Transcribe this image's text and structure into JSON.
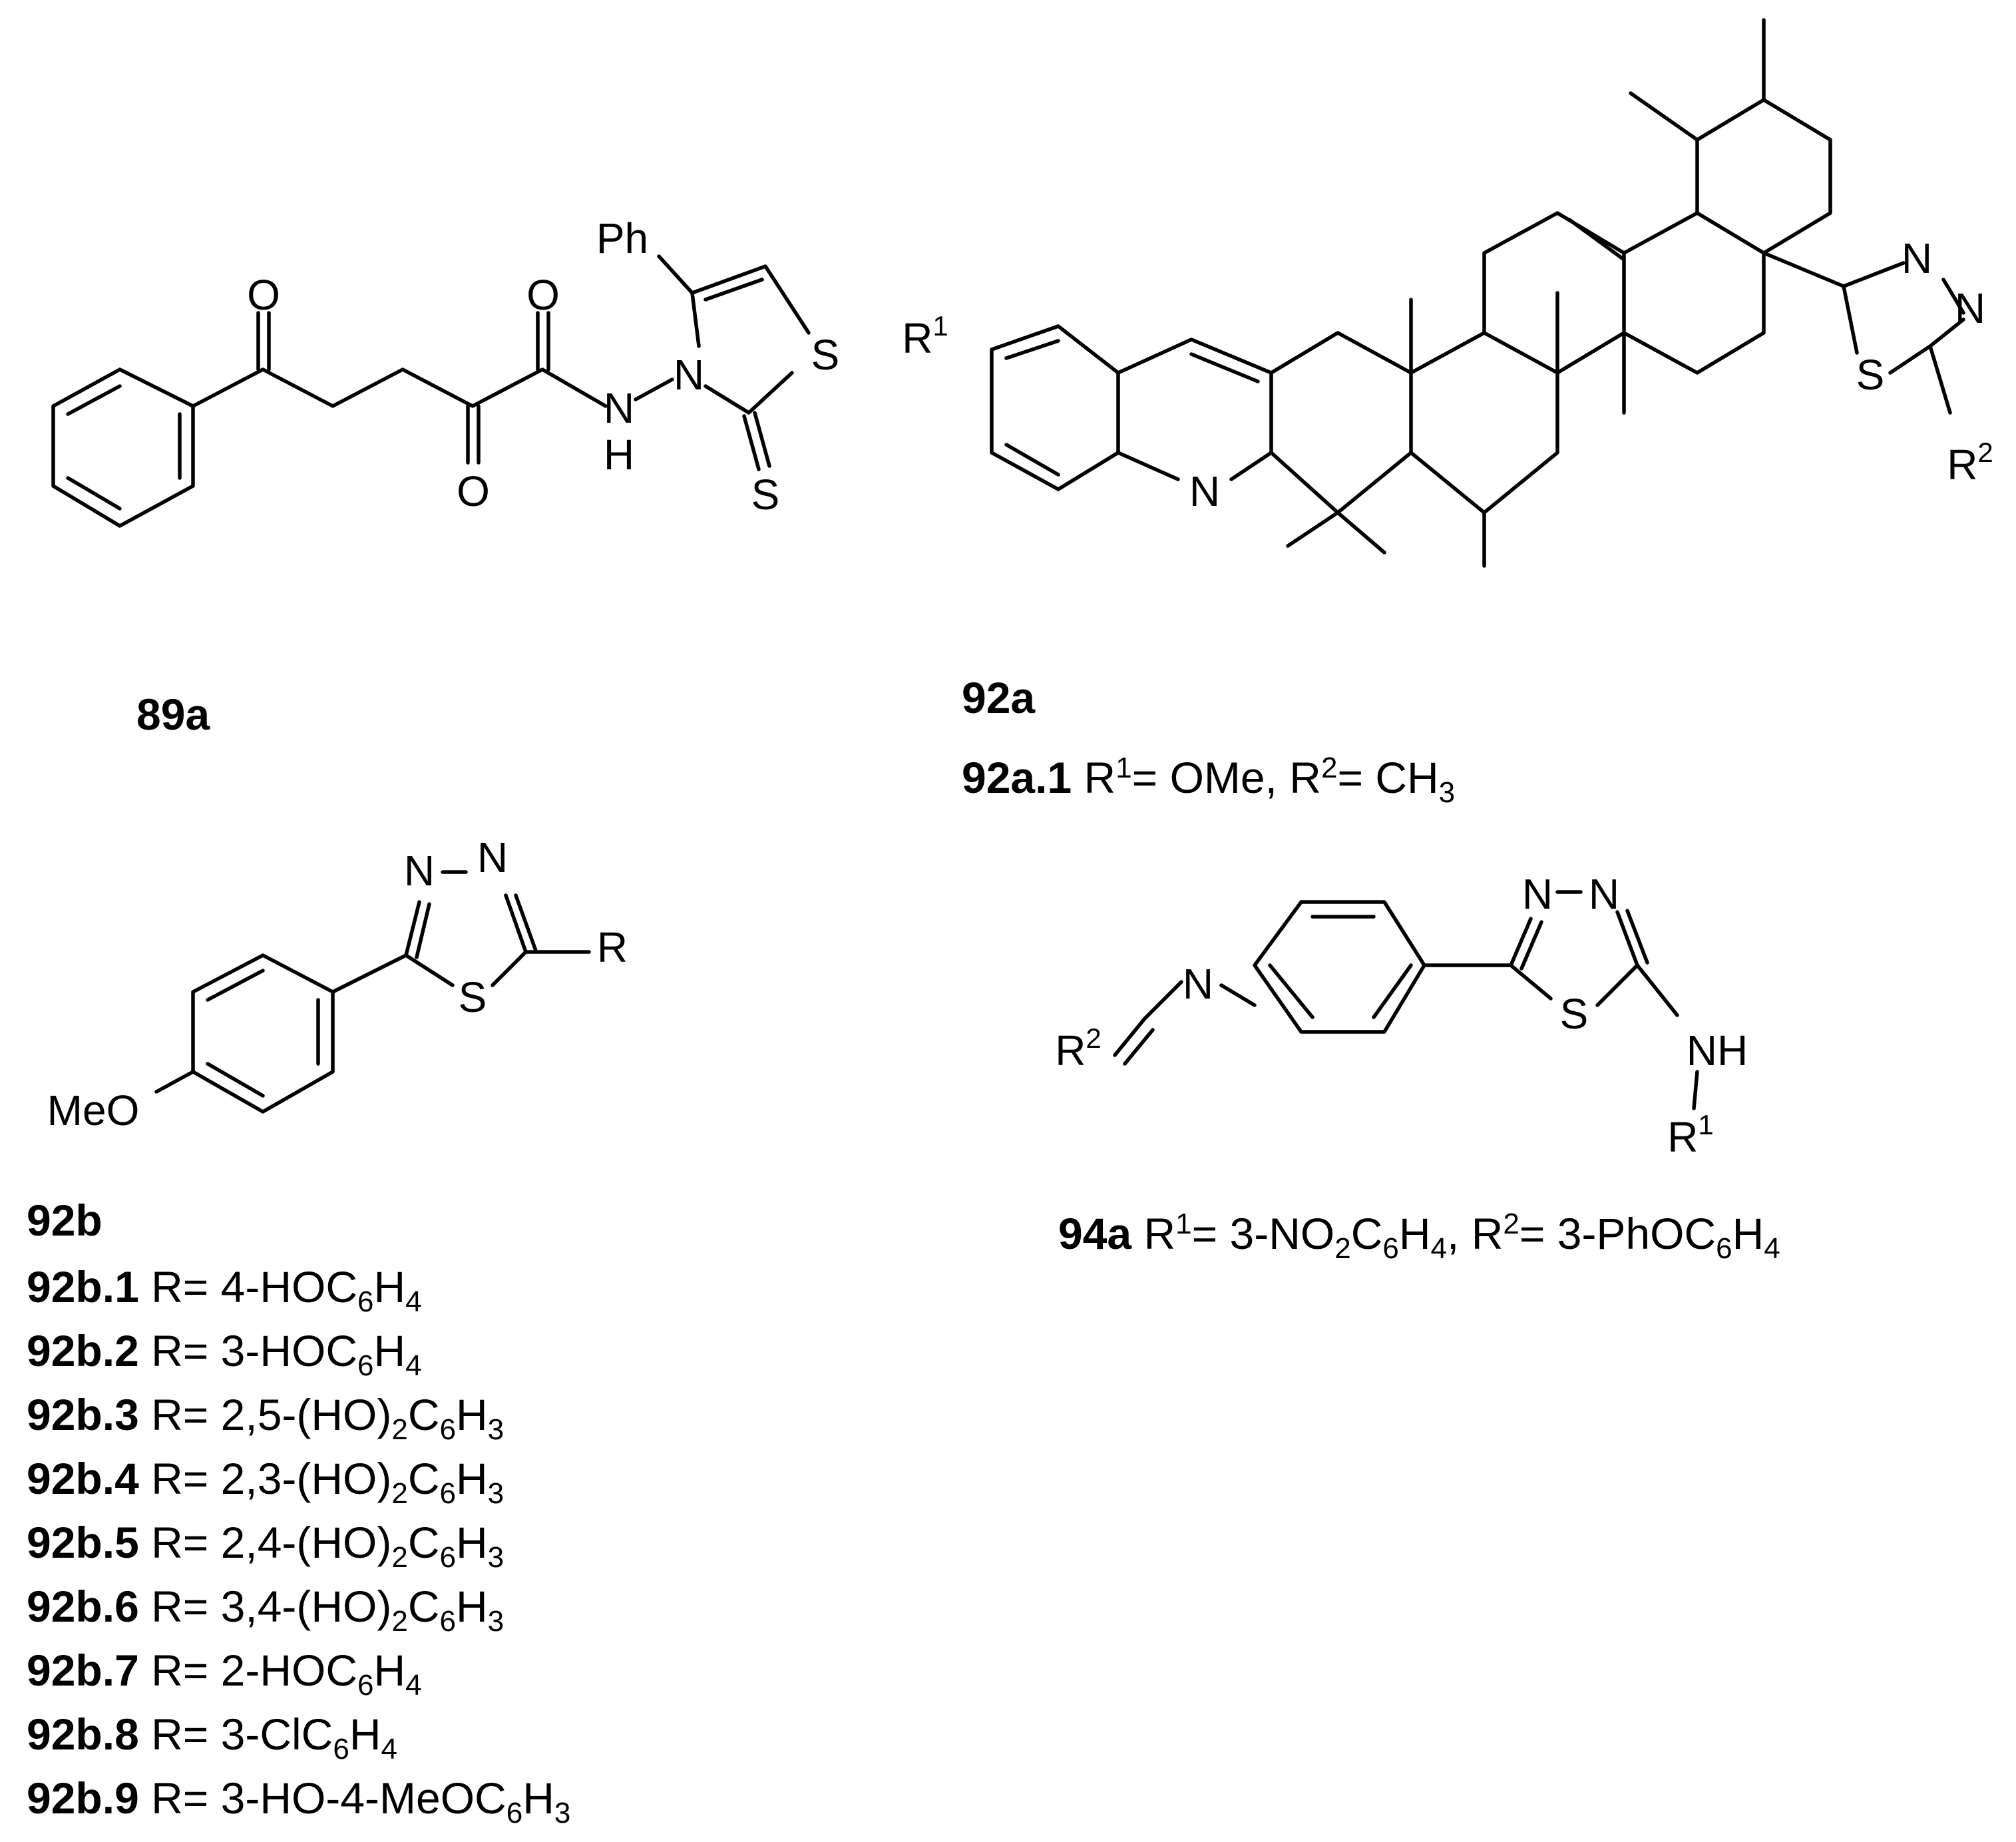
{
  "compounds": {
    "c89a": {
      "label": "89a",
      "atoms": {
        "o1": "O",
        "o2": "O",
        "o3": "O",
        "nh_n": "N",
        "nh_h": "H",
        "n_ring": "N",
        "s_ring": "S",
        "s_thione": "S",
        "ph": "Ph"
      }
    },
    "c92a": {
      "label": "92a",
      "atoms": {
        "r1": "R",
        "r1_sup": "1",
        "n_ring": "N",
        "thd_n1": "N",
        "thd_n2": "N",
        "thd_s": "S",
        "r2": "R",
        "r2_sup": "2"
      },
      "variant": {
        "id": "92a.1",
        "r1": "OMe",
        "r2": "CH3"
      }
    },
    "c92b": {
      "label": "92b",
      "atoms": {
        "n1": "N",
        "n2": "N",
        "s": "S",
        "r": "R",
        "meo": "MeO"
      },
      "variants": [
        {
          "id": "92b.1",
          "r": "4-HOC6H4"
        },
        {
          "id": "92b.2",
          "r": "3-HOC6H4"
        },
        {
          "id": "92b.3",
          "r": "2,5-(HO)2C6H3"
        },
        {
          "id": "92b.4",
          "r": "2,3-(HO)2C6H3"
        },
        {
          "id": "92b.5",
          "r": "2,4-(HO)2C6H3"
        },
        {
          "id": "92b.6",
          "r": "3,4-(HO)2C6H3"
        },
        {
          "id": "92b.7",
          "r": "2-HOC6H4"
        },
        {
          "id": "92b.8",
          "r": "3-ClC6H4"
        },
        {
          "id": "92b.9",
          "r": "3-HO-4-MeOC6H3"
        }
      ]
    },
    "c94a": {
      "label": "94a",
      "atoms": {
        "n_imine": "N",
        "r2": "R",
        "r2_sup": "2",
        "n1": "N",
        "n2": "N",
        "s": "S",
        "nh": "NH",
        "r1": "R",
        "r1_sup": "1"
      },
      "variant": {
        "r1": "3-NO2C6H4",
        "r2": "3-PhOC6H4"
      }
    }
  },
  "r_prefix": "R=",
  "r1_eq": "R1=",
  "r2_eq": "R2="
}
